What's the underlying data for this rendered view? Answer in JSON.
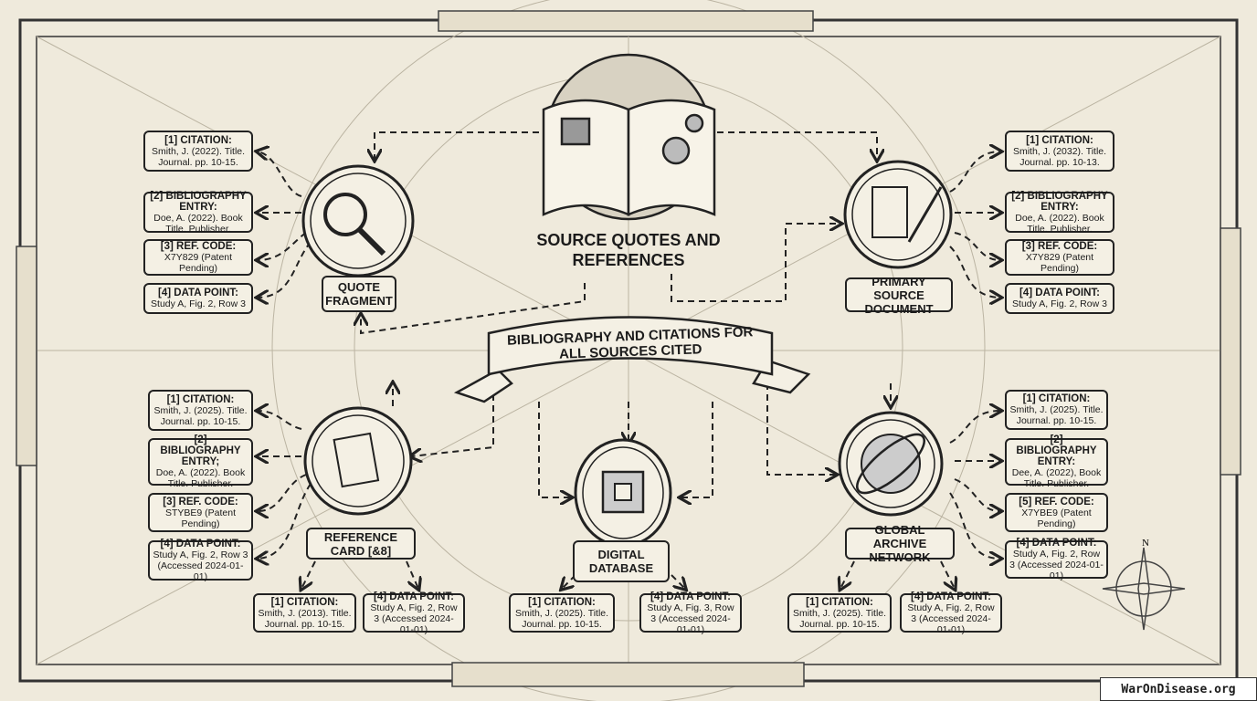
{
  "title": "SOURCE QUOTES AND REFERENCES",
  "banner": "BIBLIOGRAPHY AND CITATIONS FOR ALL SOURCES CITED",
  "nodes": {
    "quote": {
      "label": "QUOTE FRAGMENT",
      "icon": "magnifier-icon",
      "boxes": [
        {
          "h": "[1] CITATION:",
          "t": "Smith, J. (2022). Title. Journal. pp. 10-15."
        },
        {
          "h": "[2] BIBLIOGRAPHY ENTRY:",
          "t": "Doe, A. (2022). Book Title. Publisher."
        },
        {
          "h": "[3] REF. CODE:",
          "t": "X7Y829 (Patent Pending)"
        },
        {
          "h": "[4] DATA POINT:",
          "t": "Study A, Fig. 2, Row 3"
        }
      ]
    },
    "primary": {
      "label": "PRIMARY SOURCE DOCUMENT",
      "icon": "scroll-quill-icon",
      "boxes": [
        {
          "h": "[1] CITATION:",
          "t": "Smith, J. (2032). Title. Journal. pp. 10-13."
        },
        {
          "h": "[2] BIBLIOGRAPHY ENTRY:",
          "t": "Doe, A. (2022). Book Title. Publisher."
        },
        {
          "h": "[3] REF. CODE:",
          "t": "X7Y829 (Patent Pending)"
        },
        {
          "h": "[4] DATA POINT:",
          "t": "Study A, Fig. 2, Row 3"
        }
      ]
    },
    "refcard": {
      "label": "REFERENCE CARD [&8]",
      "icon": "cards-icon",
      "boxes": [
        {
          "h": "[1] CITATION:",
          "t": "Smith, J. (2025). Title. Journal. pp. 10-15."
        },
        {
          "h": "[2] BIBLIOGRAPHY ENTRY;",
          "t": "Doe, A. (2022). Book Title. Publisher."
        },
        {
          "h": "[3] REF. CODE:",
          "t": "STYBE9 (Patent Pending)"
        },
        {
          "h": "[4] DATA POINT:",
          "t": "Study A, Fig. 2, Row 3 (Accessed 2024-01-01)"
        }
      ],
      "bottom": [
        {
          "h": "[1] CITATION:",
          "t": "Smith, J. (2013). Title. Journal. pp. 10-15."
        },
        {
          "h": "[4] DATA POINT:",
          "t": "Study A, Fig. 2, Row 3 (Accessed 2024-01-01)"
        }
      ]
    },
    "database": {
      "label": "DIGITAL DATABASE",
      "icon": "chip-icon",
      "bottom": [
        {
          "h": "[1] CITATION:",
          "t": "Smith, J. (2025). Title. Journal. pp. 10-15."
        },
        {
          "h": "[4] DATA POINT:",
          "t": "Study A, Fig. 3, Row 3 (Accessed 2024-01-01)"
        }
      ]
    },
    "archive": {
      "label": "GLOBAL ARCHIVE NETWORK",
      "icon": "globe-icon",
      "boxes": [
        {
          "h": "[1] CITATION:",
          "t": "Smith, J. (2025). Title. Journal. pp. 10-15."
        },
        {
          "h": "[2] BIBLIOGRAPHY ENTRY:",
          "t": "Dee, A. (2022), Book Title. Publisher."
        },
        {
          "h": "[5] REF. CODE:",
          "t": "X7YBE9 (Patent Pending)"
        },
        {
          "h": "[4] DATA POINT:",
          "t": "Study A, Fig. 2, Row 3 (Accessed 2024-01-01)"
        }
      ],
      "bottom": [
        {
          "h": "[1] CITATION:",
          "t": "Smith, J. (2025). Title. Journal. pp. 10-15."
        },
        {
          "h": "[4] DATA POINT:",
          "t": "Study A, Fig. 2, Row 3 (Accessed 2024-01-01)"
        }
      ]
    }
  },
  "compass_label": "N",
  "watermark": "WarOnDisease.org"
}
